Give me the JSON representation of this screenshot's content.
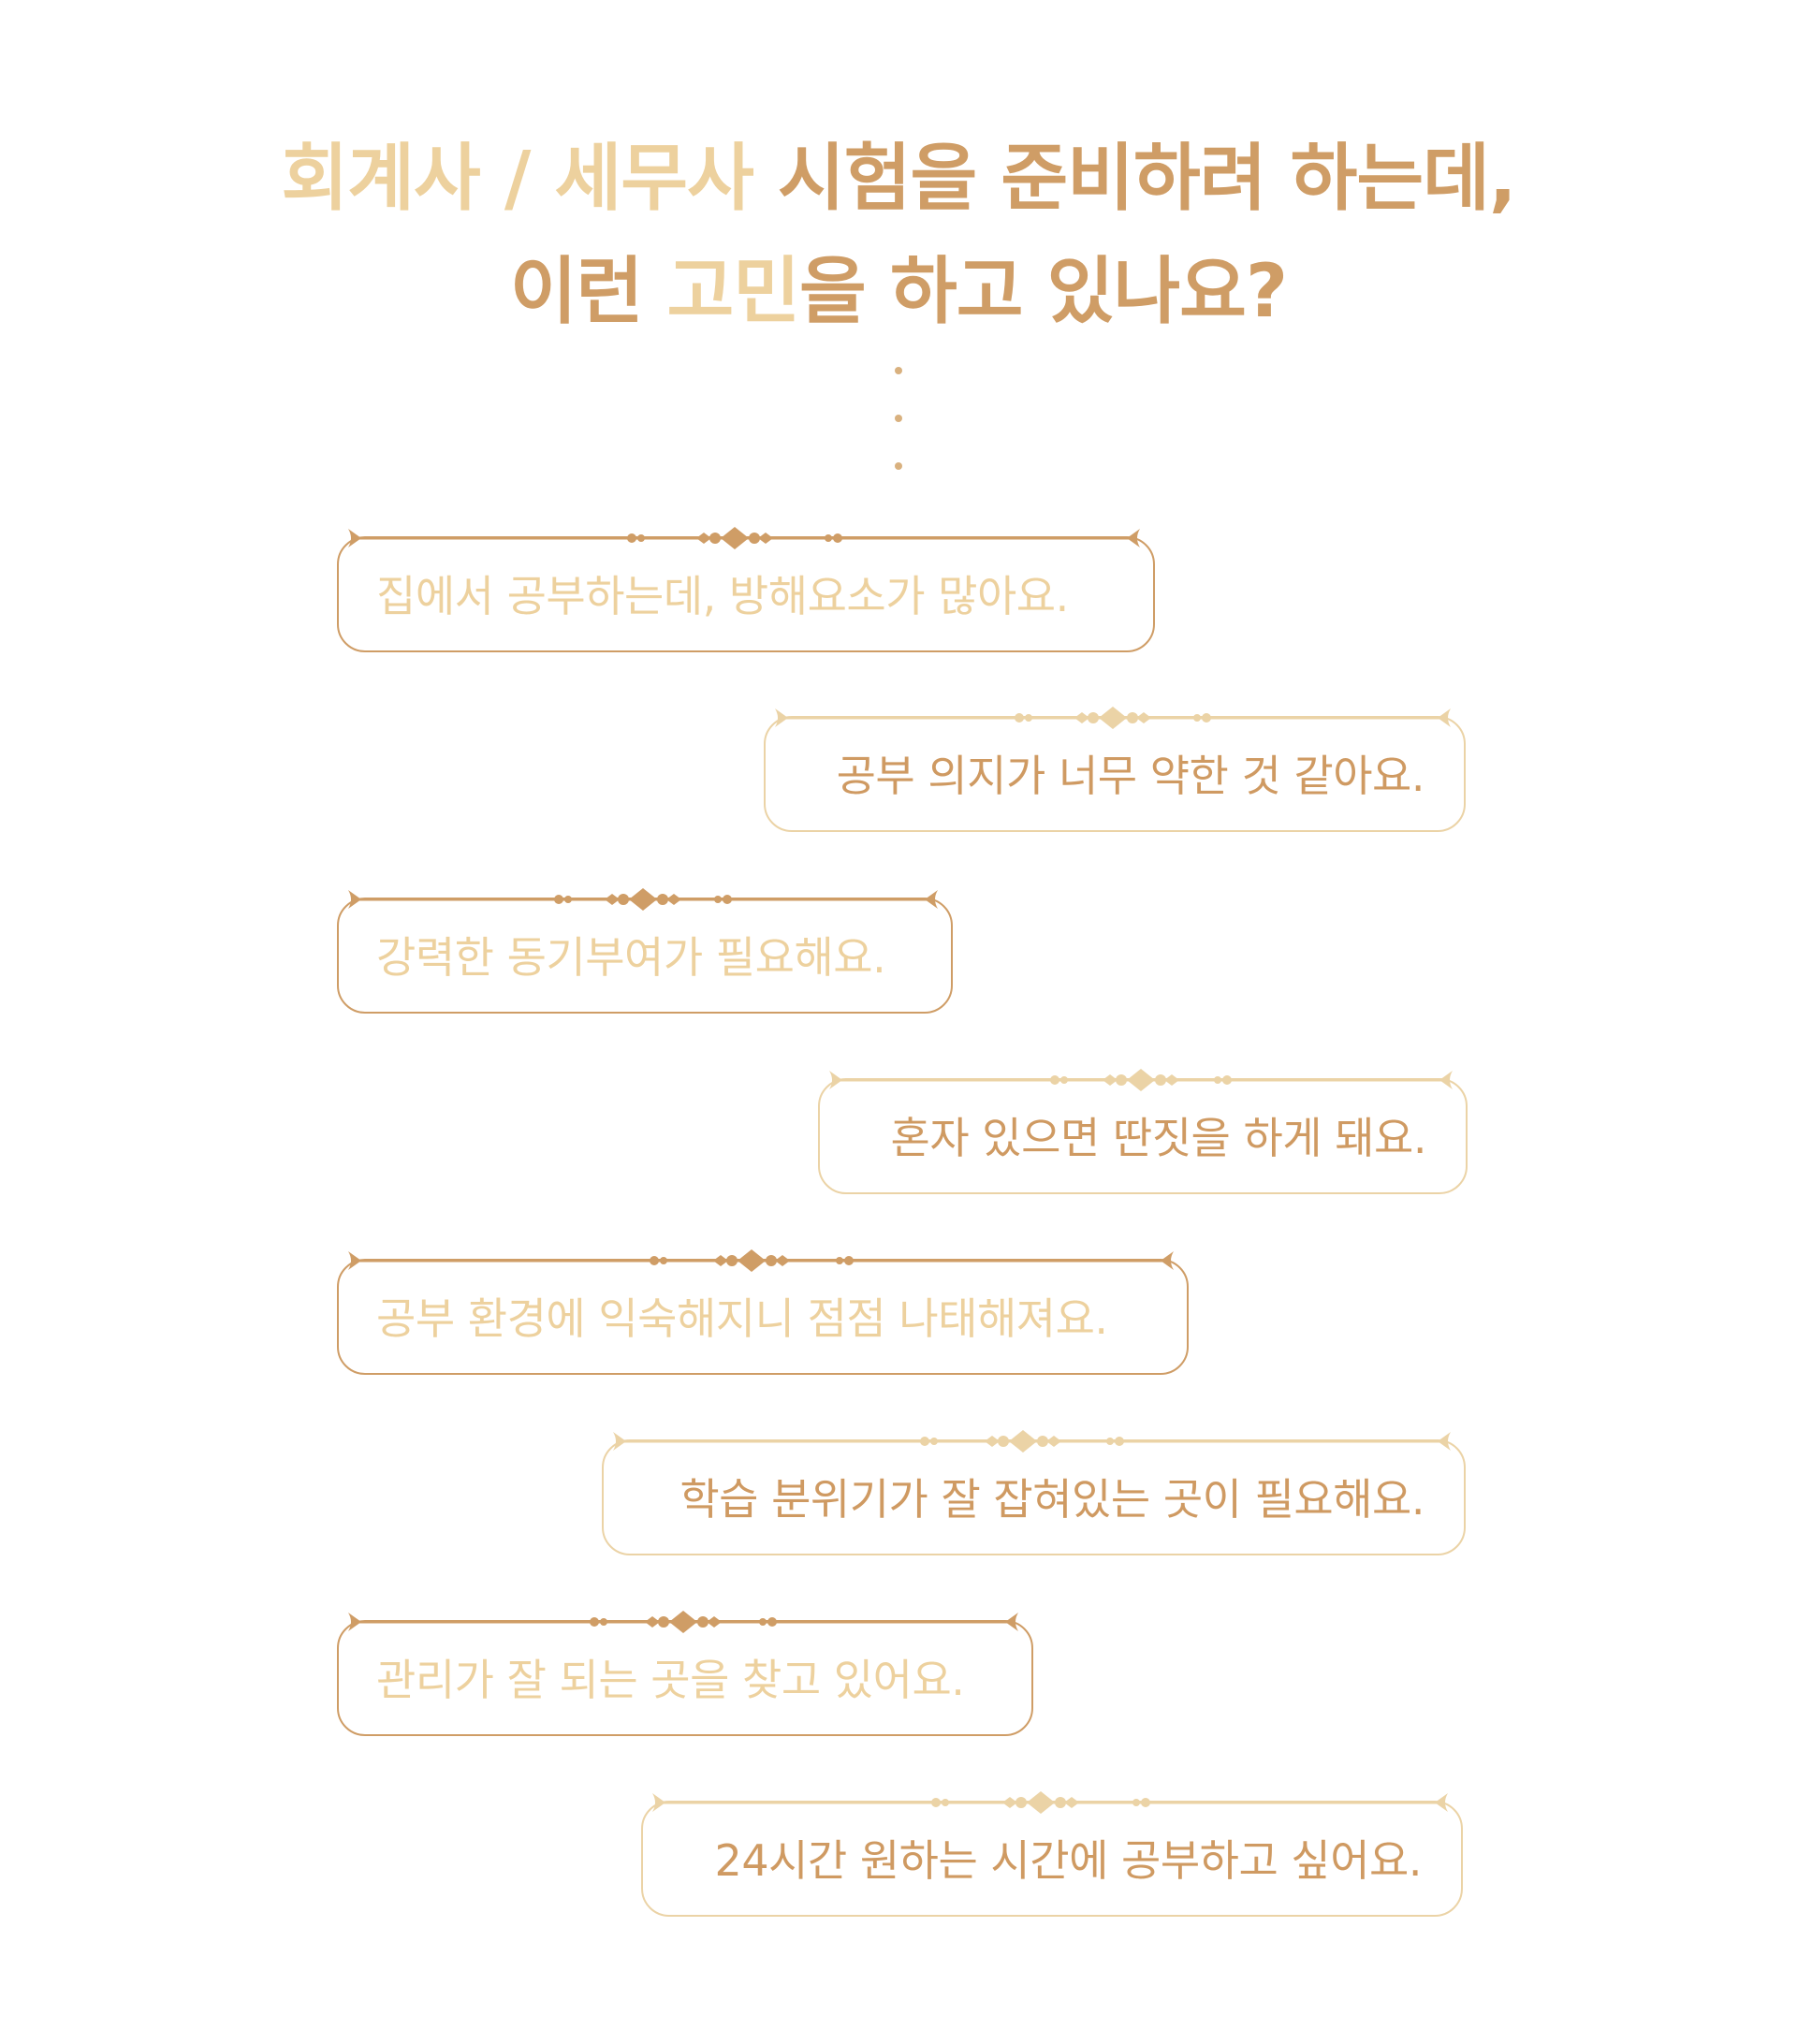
{
  "header": {
    "line1_hl": "회계사 / 세무사",
    "line1_rest": " 시험을 준비하려 하는데,",
    "line2_a": "이런 ",
    "line2_hl": "고민",
    "line2_b": "을 하고 있나요?"
  },
  "concerns": [
    "집에서 공부하는데, 방해요소가 많아요.",
    "공부 의지가 너무 약한 것 같아요.",
    "강력한 동기부여가 필요해요.",
    "혼자 있으면 딴짓을 하게 돼요.",
    "공부 환경에 익숙해지니 점점 나태해져요.",
    "학습 분위기가 잘 잡혀있는 곳이 필요해요.",
    "관리가 잘 되는 곳을 찾고 있어요.",
    "24시간 원하는 시간에 공부하고 싶어요."
  ],
  "colors": {
    "accent_dark": "#cf9d66",
    "accent_light": "#edd19e"
  }
}
